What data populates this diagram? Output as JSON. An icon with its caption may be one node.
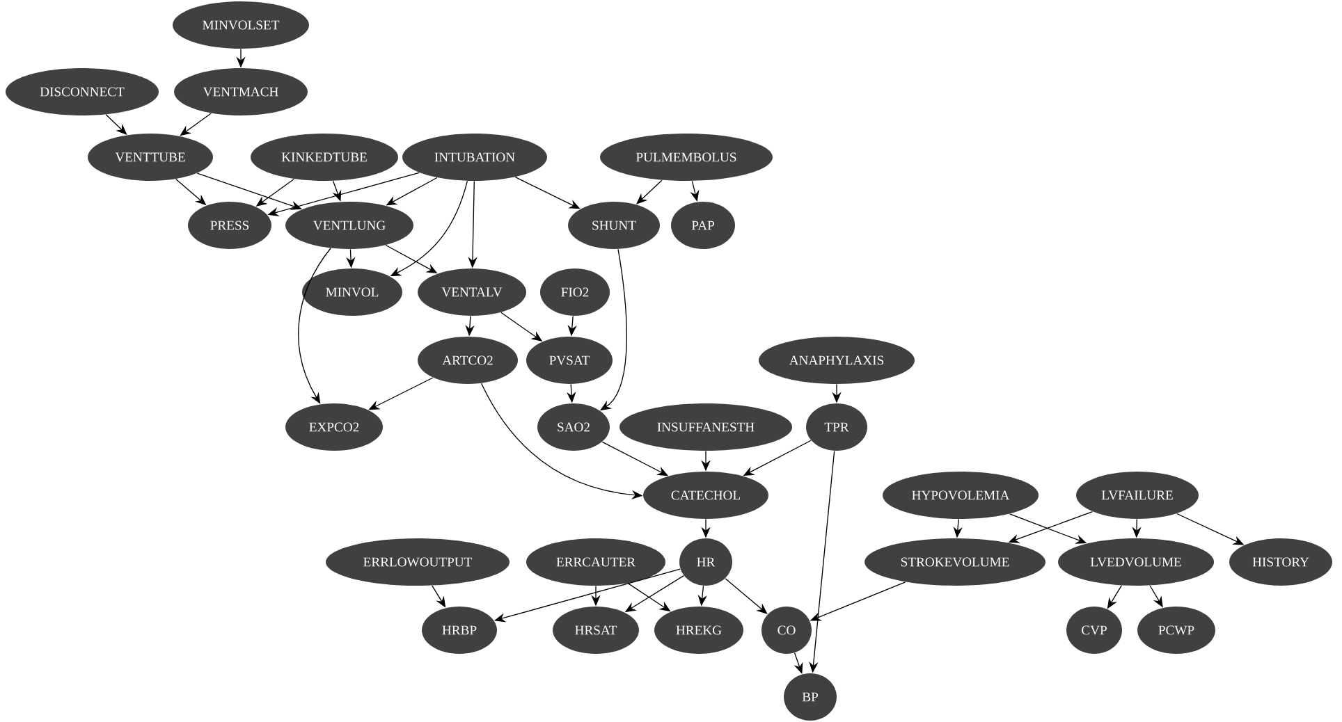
{
  "diagram": {
    "nodes": [
      {
        "text": [
          "MINVOLSET"
        ]
      },
      {
        "text": [
          "DISCONNECT"
        ]
      },
      {
        "text": [
          "VENTMACH"
        ]
      },
      {
        "text": [
          "VENTTUBE"
        ]
      },
      {
        "text": [
          "KINKEDTUBE"
        ]
      },
      {
        "text": [
          "INTUBATION"
        ]
      },
      {
        "text": [
          "PULMEMBOLUS"
        ]
      },
      {
        "text": [
          "PRESS"
        ]
      },
      {
        "text": [
          "VENTLUNG"
        ]
      },
      {
        "text": [
          "SHUNT"
        ]
      },
      {
        "text": [
          "PAP"
        ]
      },
      {
        "text": [
          "MINVOL"
        ]
      },
      {
        "text": [
          "VENTALV"
        ]
      },
      {
        "text": [
          "FIO2"
        ]
      },
      {
        "text": [
          "ARTCO2"
        ]
      },
      {
        "text": [
          "PVSAT"
        ]
      },
      {
        "text": [
          "ANAPHYLAXIS"
        ]
      },
      {
        "text": [
          "EXPCO2"
        ]
      },
      {
        "text": [
          "SAO2"
        ]
      },
      {
        "text": [
          "INSUFFANESTH"
        ]
      },
      {
        "text": [
          "TPR"
        ]
      },
      {
        "text": [
          "CATECHOL"
        ]
      },
      {
        "text": [
          "HYPOVOLEMIA"
        ]
      },
      {
        "text": [
          "LVFAILURE"
        ]
      },
      {
        "text": [
          "ERRLOWOUTPUT"
        ]
      },
      {
        "text": [
          "ERRCAUTER"
        ]
      },
      {
        "text": [
          "HR"
        ]
      },
      {
        "text": [
          "STROKEVOLUME"
        ]
      },
      {
        "text": [
          "LVEDVOLUME"
        ]
      },
      {
        "text": [
          "HISTORY"
        ]
      },
      {
        "text": [
          "HRBP"
        ]
      },
      {
        "text": [
          "HRSAT"
        ]
      },
      {
        "text": [
          "HREKG"
        ]
      },
      {
        "text": [
          "CO"
        ]
      },
      {
        "text": [
          "CVP"
        ]
      },
      {
        "text": [
          "PCWP"
        ]
      },
      {
        "text": [
          "BP"
        ]
      }
    ],
    "edges": [
      {
        "from": 0,
        "to": 2,
        "arrow": "to"
      },
      {
        "from": 1,
        "to": 3,
        "arrow": "to"
      },
      {
        "from": 2,
        "to": 3,
        "arrow": "to"
      },
      {
        "from": 3,
        "to": 7,
        "arrow": "to"
      },
      {
        "from": 3,
        "to": 8,
        "arrow": "to"
      },
      {
        "from": 4,
        "to": 7,
        "arrow": "to"
      },
      {
        "from": 4,
        "to": 8,
        "arrow": "to"
      },
      {
        "from": 5,
        "to": 7,
        "arrow": "to"
      },
      {
        "from": 5,
        "to": 8,
        "arrow": "to"
      },
      {
        "from": 5,
        "to": 11,
        "arrow": "to"
      },
      {
        "from": 5,
        "to": 12,
        "arrow": "to"
      },
      {
        "from": 5,
        "to": 9,
        "arrow": "to"
      },
      {
        "from": 6,
        "to": 9,
        "arrow": "to"
      },
      {
        "from": 6,
        "to": 10,
        "arrow": "to"
      },
      {
        "from": 8,
        "to": 11,
        "arrow": "to"
      },
      {
        "from": 8,
        "to": 12,
        "arrow": "to"
      },
      {
        "from": 8,
        "to": 17,
        "arrow": "to"
      },
      {
        "from": 12,
        "to": 14,
        "arrow": "to"
      },
      {
        "from": 12,
        "to": 15,
        "arrow": "to"
      },
      {
        "from": 13,
        "to": 15,
        "arrow": "to"
      },
      {
        "from": 9,
        "to": 18,
        "arrow": "to"
      },
      {
        "from": 15,
        "to": 18,
        "arrow": "to"
      },
      {
        "from": 14,
        "to": 17,
        "arrow": "to"
      },
      {
        "from": 14,
        "to": 21,
        "arrow": "to"
      },
      {
        "from": 18,
        "to": 21,
        "arrow": "to"
      },
      {
        "from": 19,
        "to": 21,
        "arrow": "to"
      },
      {
        "from": 20,
        "to": 21,
        "arrow": "to"
      },
      {
        "from": 16,
        "to": 20,
        "arrow": "to"
      },
      {
        "from": 20,
        "to": 36,
        "arrow": "to"
      },
      {
        "from": 21,
        "to": 26,
        "arrow": "to"
      },
      {
        "from": 26,
        "to": 30,
        "arrow": "to"
      },
      {
        "from": 26,
        "to": 31,
        "arrow": "to"
      },
      {
        "from": 26,
        "to": 32,
        "arrow": "to"
      },
      {
        "from": 26,
        "to": 33,
        "arrow": "to"
      },
      {
        "from": 24,
        "to": 30,
        "arrow": "to"
      },
      {
        "from": 25,
        "to": 31,
        "arrow": "to"
      },
      {
        "from": 25,
        "to": 32,
        "arrow": "to"
      },
      {
        "from": 22,
        "to": 27,
        "arrow": "to"
      },
      {
        "from": 22,
        "to": 28,
        "arrow": "to"
      },
      {
        "from": 23,
        "to": 27,
        "arrow": "to"
      },
      {
        "from": 23,
        "to": 28,
        "arrow": "to"
      },
      {
        "from": 23,
        "to": 29,
        "arrow": "to"
      },
      {
        "from": 27,
        "to": 33,
        "arrow": "to"
      },
      {
        "from": 33,
        "to": 36,
        "arrow": "to"
      },
      {
        "from": 28,
        "to": 34,
        "arrow": "to"
      },
      {
        "from": 28,
        "to": 35,
        "arrow": "to"
      }
    ]
  }
}
